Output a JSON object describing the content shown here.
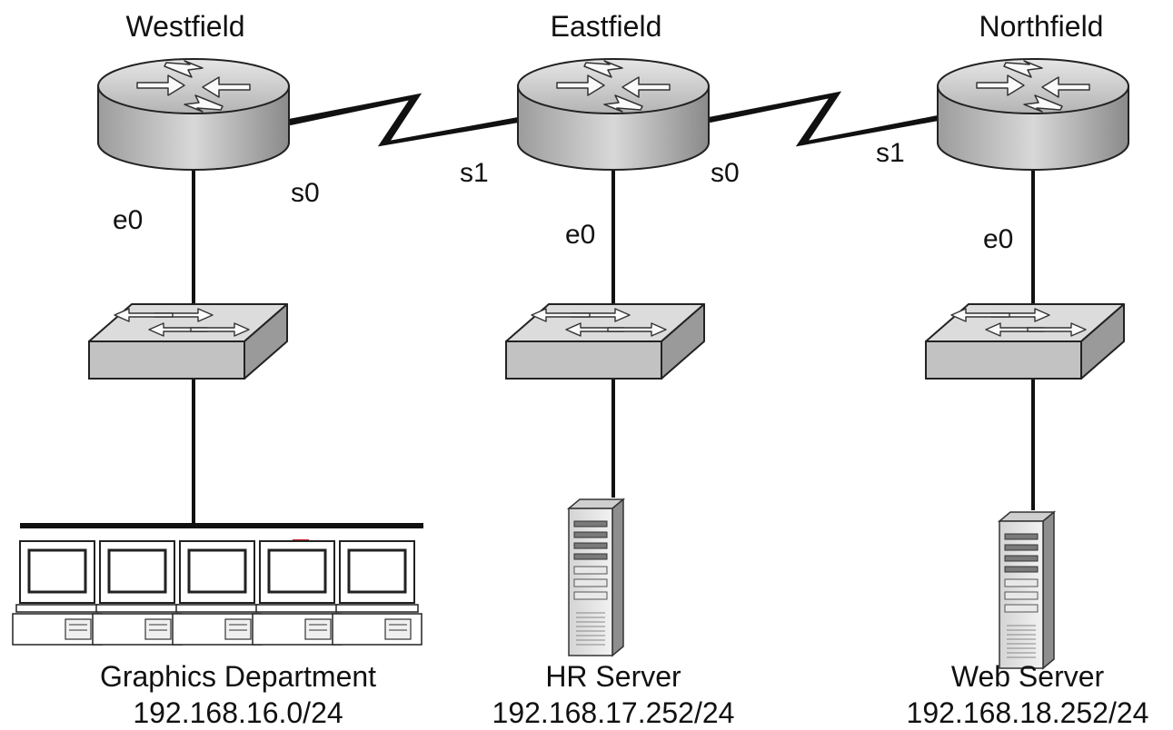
{
  "routers": [
    {
      "name": "Westfield"
    },
    {
      "name": "Eastfield"
    },
    {
      "name": "Northfield"
    }
  ],
  "interfaces": {
    "westfield_e0": "e0",
    "westfield_s0": "s0",
    "eastfield_s1": "s1",
    "eastfield_s0": "s0",
    "eastfield_e0": "e0",
    "northfield_s1": "s1",
    "northfield_e0": "e0"
  },
  "lans": [
    {
      "name": "Graphics Department",
      "subnet": "192.168.16.0/24"
    },
    {
      "name": "HR Server",
      "subnet": "192.168.17.252/24"
    },
    {
      "name": "Web Server",
      "subnet": "192.168.18.252/24"
    }
  ]
}
